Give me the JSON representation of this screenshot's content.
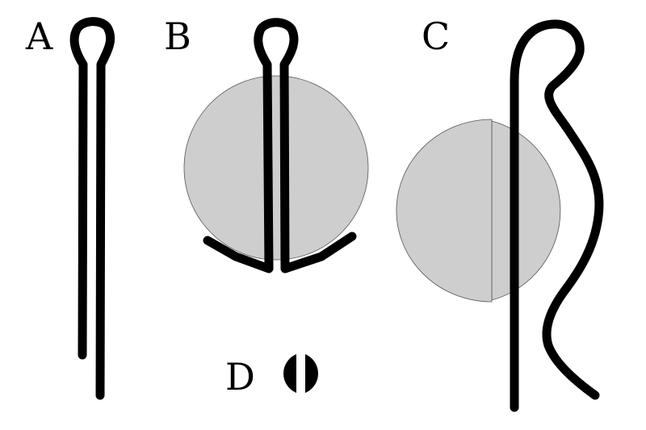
{
  "labels": {
    "a": "A",
    "b": "B",
    "c": "C",
    "d": "D"
  },
  "colors": {
    "pin": "#000000",
    "shaft": "#cecece",
    "shaft_outline": "#555555",
    "background": "#ffffff",
    "label": "#000000"
  }
}
